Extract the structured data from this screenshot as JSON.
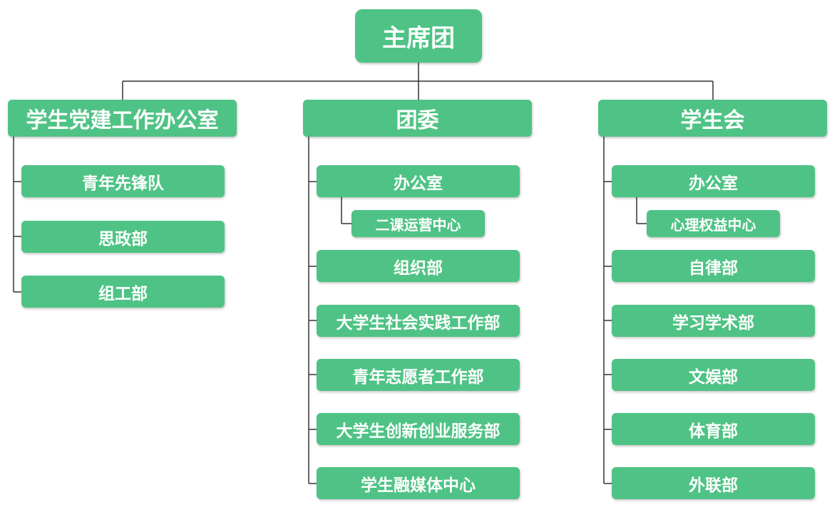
{
  "colors": {
    "node_fill": "#4fc385",
    "node_text": "#ffffff",
    "connector": "#333333"
  },
  "root": {
    "label": "主席团"
  },
  "branches": [
    {
      "label": "学生党建工作办公室",
      "children": [
        {
          "label": "青年先锋队"
        },
        {
          "label": "思政部"
        },
        {
          "label": "组工部"
        }
      ]
    },
    {
      "label": "团委",
      "children": [
        {
          "label": "办公室",
          "sub": "二课运营中心"
        },
        {
          "label": "组织部"
        },
        {
          "label": "大学生社会实践工作部"
        },
        {
          "label": "青年志愿者工作部"
        },
        {
          "label": "大学生创新创业服务部"
        },
        {
          "label": "学生融媒体中心"
        }
      ]
    },
    {
      "label": "学生会",
      "children": [
        {
          "label": "办公室",
          "sub": "心理权益中心"
        },
        {
          "label": "自律部"
        },
        {
          "label": "学习学术部"
        },
        {
          "label": "文娱部"
        },
        {
          "label": "体育部"
        },
        {
          "label": "外联部"
        }
      ]
    }
  ]
}
